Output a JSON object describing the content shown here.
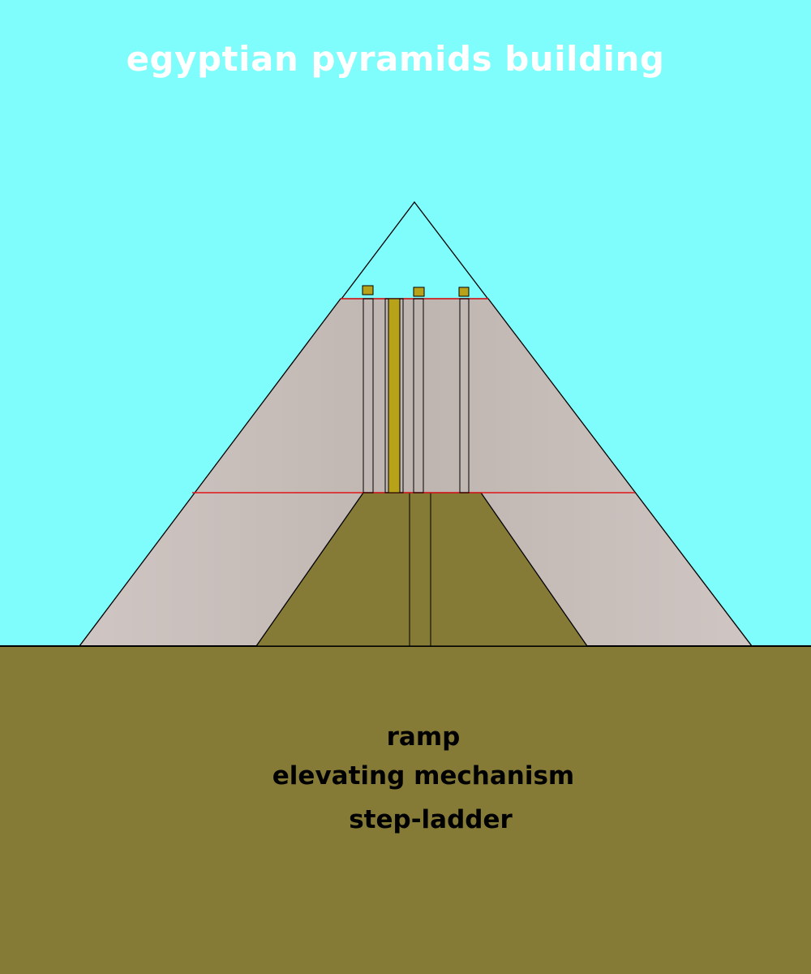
{
  "title": "egyptian pyramids building",
  "labels": {
    "ramp": "ramp",
    "elevating_mechanism": "elevating mechanism",
    "step_ladder": "step-ladder"
  },
  "colors": {
    "sky": "#7ffcfc",
    "ground": "#857a36",
    "pyramid_fill": "#c8bcb7",
    "ramp_fill": "#857a36",
    "mechanism": "#b8a21a",
    "level_line": "#e0161a",
    "outline": "#000000",
    "title_text": "#ffffff",
    "label_text": "#000000"
  }
}
